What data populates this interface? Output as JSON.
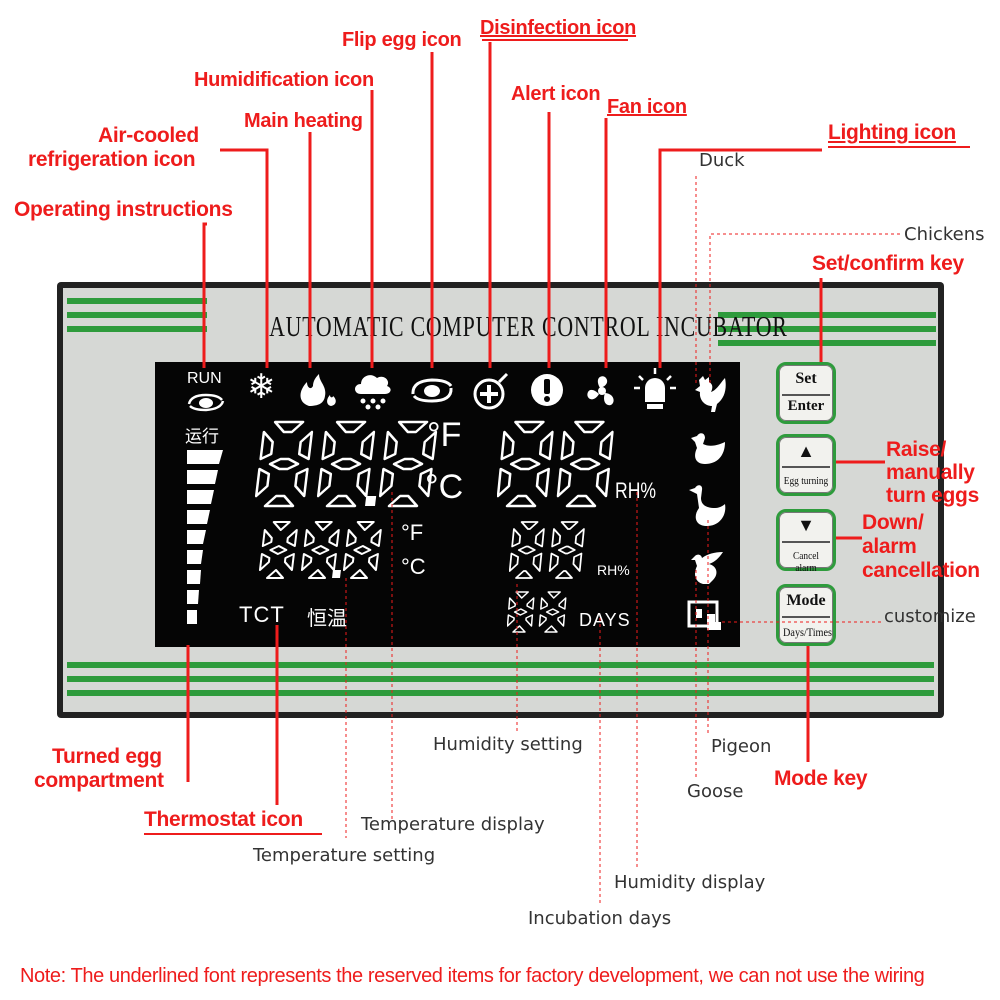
{
  "device": {
    "title": "AUTOMATIC COMPUTER CONTROL INCUBATOR",
    "lcd": {
      "run": "RUN",
      "run_cn": "运行",
      "temp_main_digits": "888",
      "temp_unit_f": "°F",
      "temp_unit_c": "°C",
      "temp_set_digits": "888",
      "humidity_main_digits": "88",
      "humidity_unit": "RH%",
      "humidity_set_digits": "88",
      "days_digits": "88",
      "days_label": "DAYS",
      "tct": "TCT",
      "tct_cn": "恒温"
    },
    "keys": {
      "set_top": "Set",
      "set_bottom": "Enter",
      "up_symbol": "▲",
      "up_bottom": "Egg turning",
      "down_symbol": "▼",
      "down_bottom": "Cancel alarm",
      "mode_top": "Mode",
      "mode_bottom": "Days/Times"
    },
    "colors": {
      "stripe_green": "#2e9b3c",
      "callout_red": "#ee1c1c",
      "lcd_background": "#050505"
    }
  },
  "callouts": {
    "flip_egg": "Flip egg icon",
    "disinfection": "Disinfection icon",
    "humidification": "Humidification icon",
    "alert": "Alert icon",
    "fan": "Fan icon",
    "air_cooled_1": "Air-cooled",
    "air_cooled_2": "refrigeration icon",
    "main_heating": "Main heating",
    "lighting": "Lighting icon",
    "duck": "Duck",
    "operating": "Operating instructions",
    "chickens": "Chickens",
    "set_confirm": "Set/confirm key",
    "raise_1": "Raise/",
    "raise_2": "manually",
    "raise_3": "turn eggs",
    "down_1": "Down/",
    "down_2": "alarm",
    "down_3": "cancellation",
    "customize": "customize",
    "humidity_setting": "Humidity setting",
    "pigeon": "Pigeon",
    "turned_egg_1": "Turned egg",
    "turned_egg_2": "compartment",
    "mode_key": "Mode key",
    "goose": "Goose",
    "thermostat": "Thermostat icon",
    "temp_display": "Temperature display",
    "temp_setting": "Temperature setting",
    "humidity_display": "Humidity display",
    "incubation_days": "Incubation days"
  },
  "note": "Note: The underlined font represents the reserved items for factory development, we can not use the wiring",
  "icons": [
    "snowflake-icon",
    "flame-icon",
    "humidifier-cloud-icon",
    "flip-egg-icon",
    "disinfection-icon",
    "alert-icon",
    "fan-icon",
    "light-bulb-icon",
    "run-rotation-icon",
    "chicken-icon",
    "duck-icon",
    "goose-icon",
    "pigeon-icon",
    "customize-icon"
  ]
}
